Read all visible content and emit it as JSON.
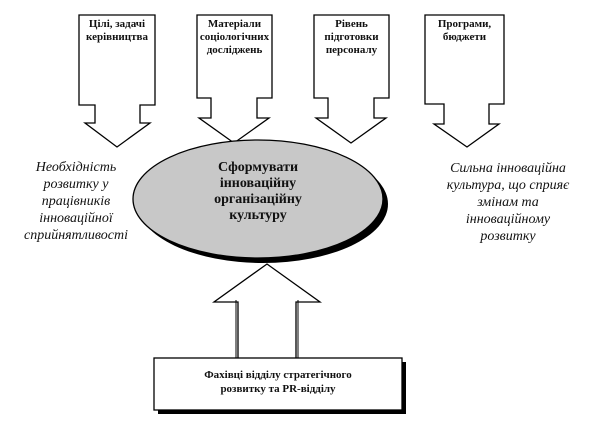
{
  "top_boxes": [
    {
      "lines": [
        "Цілі, задачі",
        "керівництва"
      ]
    },
    {
      "lines": [
        "Матеріали",
        "соціологічних",
        "досліджень"
      ]
    },
    {
      "lines": [
        "Рівень",
        "підготовки",
        "персоналу"
      ]
    },
    {
      "lines": [
        "Програми,",
        "бюджети"
      ]
    }
  ],
  "center": {
    "lines": [
      "Сформувати",
      "інноваційну",
      "організаційну",
      "культуру"
    ]
  },
  "left_text": {
    "lines": [
      "Необхідність",
      "розвитку у",
      "працівників",
      "інноваційної",
      "сприйнятливості"
    ]
  },
  "right_text": {
    "lines": [
      "Сильна інноваційна",
      "культура, що сприяє",
      "змінам та",
      "інноваційному",
      "розвитку"
    ]
  },
  "bottom_box": {
    "lines": [
      "Фахівці відділу стратегічного",
      "розвитку та PR-відділу"
    ]
  },
  "colors": {
    "ellipse_fill": "#c8c8c8",
    "stroke": "#000000",
    "shadow": "#000000",
    "background": "#ffffff"
  }
}
